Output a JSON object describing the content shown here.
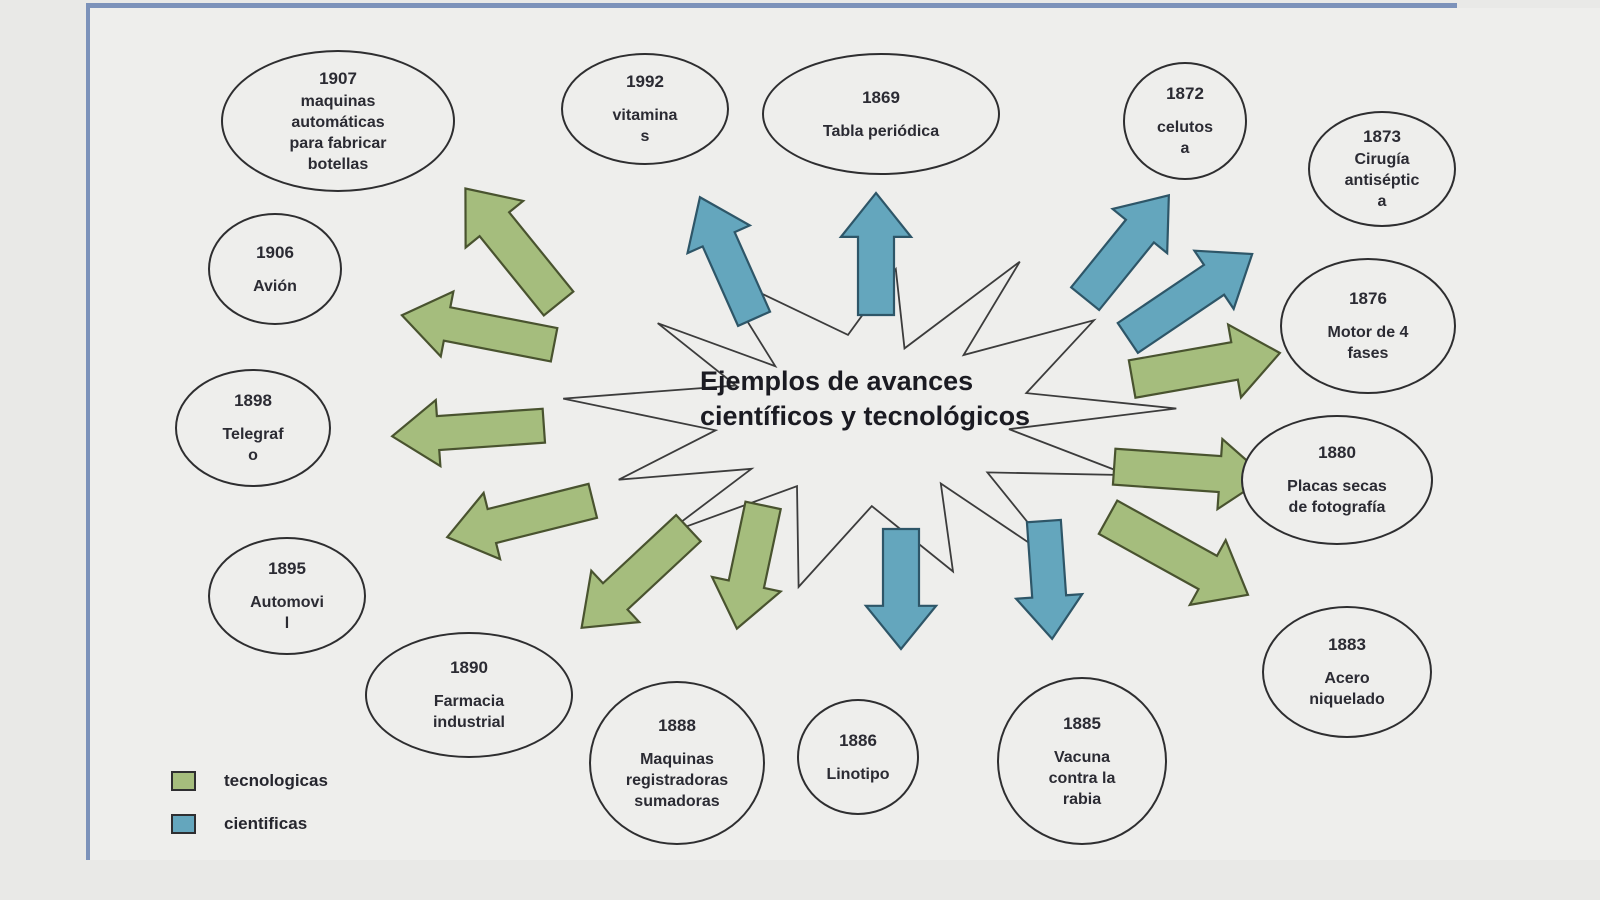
{
  "title": {
    "text": "Ejemplos de avances\ncientíficos y tecnológicos"
  },
  "colors": {
    "tecnologicas": "#a5bd7d",
    "cientificas": "#64a6bd",
    "tecnologicas_border": "#49532f",
    "cientificas_border": "#2e5668",
    "shape_outline": "#3c3c3c",
    "frame_blue": "#7c92ba",
    "text": "#2b2b33"
  },
  "legend": {
    "items": [
      {
        "label": "tecnologicas",
        "color_key": "tecnologicas"
      },
      {
        "label": "cientificas",
        "color_key": "cientificas"
      }
    ]
  },
  "nodes": [
    {
      "year": "1907",
      "name": "maquinas\nautomáticas\npara fabricar\nbotellas",
      "category": "tecnologicas"
    },
    {
      "year": "1992",
      "name": "vitamina\ns",
      "category": "cientificas"
    },
    {
      "year": "1869",
      "name": "Tabla periódica",
      "category": "cientificas"
    },
    {
      "year": "1872",
      "name": "celutos\na",
      "category": "cientificas"
    },
    {
      "year": "1873",
      "name": "Cirugía\nantiséptic\na",
      "category": "cientificas"
    },
    {
      "year": "1876",
      "name": "Motor de 4\nfases",
      "category": "tecnologicas"
    },
    {
      "year": "1880",
      "name": "Placas secas\nde fotografía",
      "category": "tecnologicas"
    },
    {
      "year": "1883",
      "name": "Acero\nniquelado",
      "category": "tecnologicas"
    },
    {
      "year": "1885",
      "name": "Vacuna\ncontra la\nrabia",
      "category": "cientificas"
    },
    {
      "year": "1886",
      "name": "Linotipo",
      "category": "cientificas"
    },
    {
      "year": "1888",
      "name": "Maquinas\nregistradoras\nsumadoras",
      "category": "tecnologicas"
    },
    {
      "year": "1890",
      "name": "Farmacia\nindustrial",
      "category": "tecnologicas"
    },
    {
      "year": "1895",
      "name": "Automovi\nl",
      "category": "tecnologicas"
    },
    {
      "year": "1898",
      "name": "Telegraf\no",
      "category": "tecnologicas"
    },
    {
      "year": "1906",
      "name": "Avión",
      "category": "tecnologicas"
    }
  ]
}
